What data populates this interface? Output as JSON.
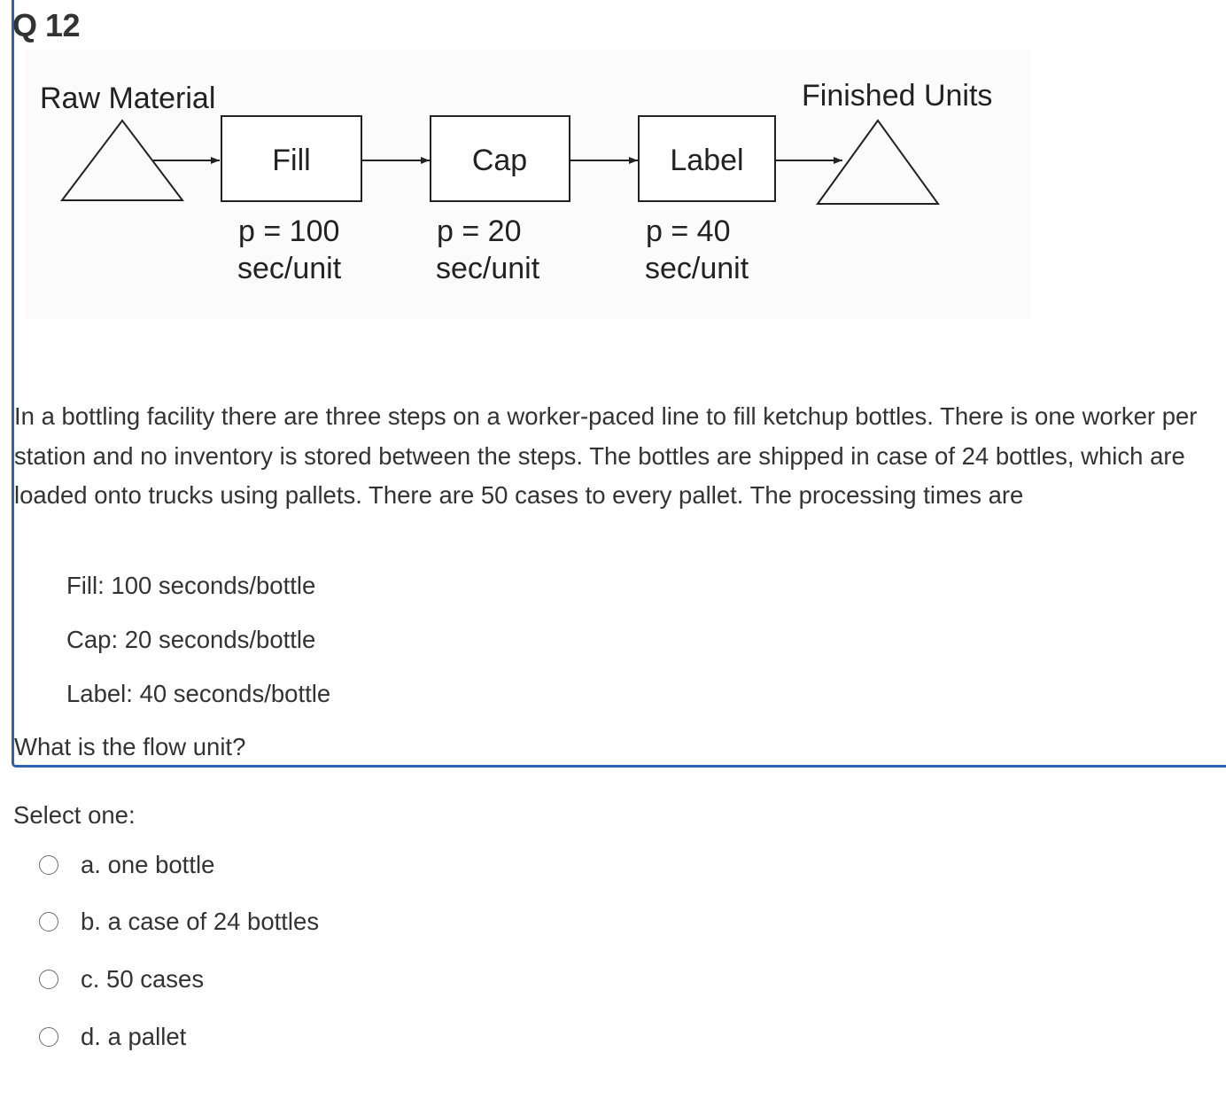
{
  "question": {
    "number": "Q 12",
    "text": "In a bottling facility there are three steps on a worker-paced line to fill ketchup bottles. There is one worker per station and no inventory is stored between the steps. The bottles are shipped in case of 24 bottles, which are loaded onto trucks using pallets. There are 50 cases to every pallet. The processing times are",
    "processing_times": [
      "Fill: 100 seconds/bottle",
      "Cap: 20 seconds/bottle",
      "Label: 40 seconds/bottle"
    ],
    "prompt": "What is the flow unit?"
  },
  "diagram": {
    "start_label": "Raw Material",
    "end_label": "Finished Units",
    "steps": [
      {
        "name": "Fill",
        "p_line": "p = 100",
        "unit_line": "sec/unit"
      },
      {
        "name": "Cap",
        "p_line": "p = 20",
        "unit_line": "sec/unit"
      },
      {
        "name": "Label",
        "p_line": "p = 40",
        "unit_line": "sec/unit"
      }
    ]
  },
  "answer": {
    "select_label": "Select one:",
    "options": [
      {
        "label": "a. one bottle",
        "selected": false
      },
      {
        "label": "b. a case of 24 bottles",
        "selected": false
      },
      {
        "label": "c. 50 cases",
        "selected": false
      },
      {
        "label": "d. a pallet",
        "selected": false
      }
    ]
  },
  "colors": {
    "accent_border": "#2f63b7",
    "text": "#333333",
    "diagram_line": "#222222"
  }
}
